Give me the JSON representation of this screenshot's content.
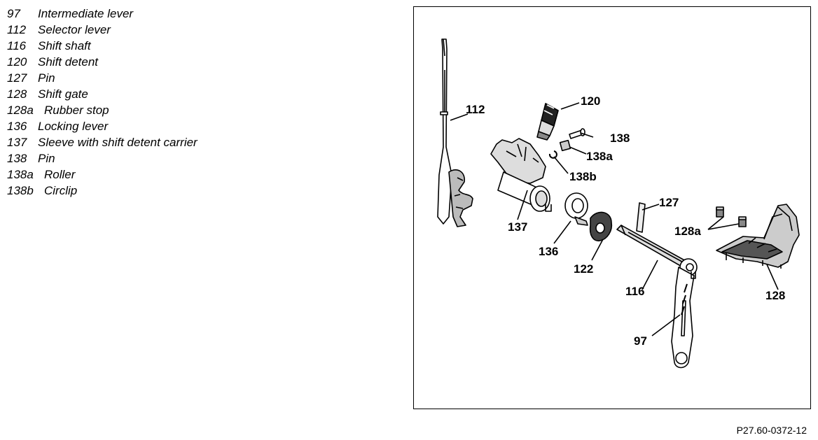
{
  "legend": [
    {
      "num": "97",
      "text": "Intermediate lever"
    },
    {
      "num": "112",
      "text": "Selector lever"
    },
    {
      "num": "116",
      "text": "Shift shaft"
    },
    {
      "num": "120",
      "text": "Shift detent"
    },
    {
      "num": "127",
      "text": "Pin"
    },
    {
      "num": "128",
      "text": "Shift gate"
    },
    {
      "num": "128a",
      "text": "Rubber stop"
    },
    {
      "num": "136",
      "text": "Locking lever"
    },
    {
      "num": "137",
      "text": "Sleeve with shift detent carrier"
    },
    {
      "num": "138",
      "text": "Pin"
    },
    {
      "num": "138a",
      "text": "Roller"
    },
    {
      "num": "138b",
      "text": "Circlip"
    }
  ],
  "callouts": {
    "c112": "112",
    "c120": "120",
    "c138": "138",
    "c138a": "138a",
    "c138b": "138b",
    "c137": "137",
    "c136": "136",
    "c122": "122",
    "c127": "127",
    "c128a": "128a",
    "c116": "116",
    "c128": "128",
    "c97": "97"
  },
  "reference": "P27.60-0372-12"
}
